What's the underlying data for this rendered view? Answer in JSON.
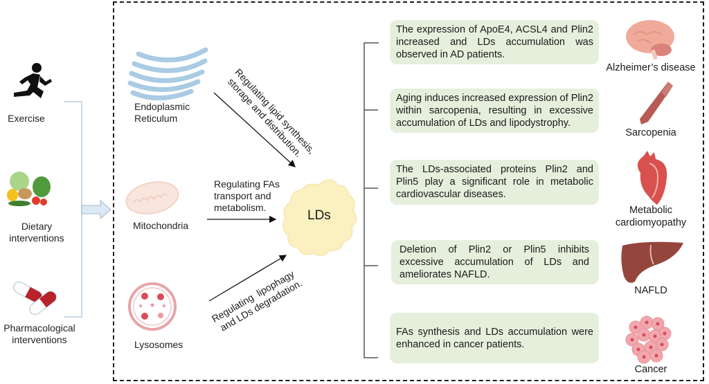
{
  "interventions": {
    "items": [
      {
        "label": "Exercise",
        "icon": "running-person-icon"
      },
      {
        "label": "Dietary\ninterventions",
        "label_lines": [
          "Dietary",
          "interventions"
        ],
        "icon": "vegetables-icon"
      },
      {
        "label": "Pharmacological interventions",
        "label_lines": [
          "Pharmacological",
          "interventions"
        ],
        "icon": "pill-capsules-icon"
      }
    ],
    "arrow": "block-arrow-right-icon"
  },
  "organelles": [
    {
      "name_lines": [
        "Endoplasmic",
        "Reticulum"
      ],
      "icon": "endoplasmic-reticulum-icon",
      "pathway_lines": [
        "Regulating lipid synthesis,",
        "storage and distribution."
      ]
    },
    {
      "name_lines": [
        "Mitochondria"
      ],
      "icon": "mitochondria-icon",
      "pathway_lines": [
        "Regulating FAs",
        "transport and",
        "metabolism."
      ]
    },
    {
      "name_lines": [
        "Lysosomes"
      ],
      "icon": "lysosome-icon",
      "pathway_lines": [
        "Regulating  lipophagy",
        "and LDs degradation."
      ]
    }
  ],
  "center": {
    "label": "LDs",
    "color": "#fbf0c0"
  },
  "diseases": [
    {
      "text": "The expression of ApoE4, ACSL4 and Plin2 increased and LDs accumulation was observed in AD patients.",
      "name_lines": [
        "Alzheimer’s disease"
      ],
      "icon": "brain-icon"
    },
    {
      "text": "Aging induces increased expression of Plin2 within sarcopenia, resulting in excessive accumulation of LDs and lipodystrophy.",
      "name_lines": [
        "Sarcopenia"
      ],
      "icon": "muscle-icon"
    },
    {
      "text": "The LDs-associated proteins Plin2 and Plin5 play a significant role in metabolic cardiovascular diseases.",
      "name_lines": [
        "Metabolic",
        "cardiomyopathy"
      ],
      "icon": "heart-icon"
    },
    {
      "text": "Deletion of Plin2 or Plin5 inhibits excessive accumulation of LDs and ameliorates NAFLD.",
      "name_lines": [
        "NAFLD"
      ],
      "icon": "liver-icon"
    },
    {
      "text": "FAs synthesis and LDs accumulation were enhanced in cancer patients.",
      "name_lines": [
        "Cancer"
      ],
      "icon": "cancer-cells-icon"
    }
  ],
  "colors": {
    "disease_box": "#e6efdc",
    "bracket_left": "#c9d9ea",
    "arrow_fill": "#dce8f3",
    "er": "#a9cbe3",
    "lysosome": "#e8a4a8"
  }
}
